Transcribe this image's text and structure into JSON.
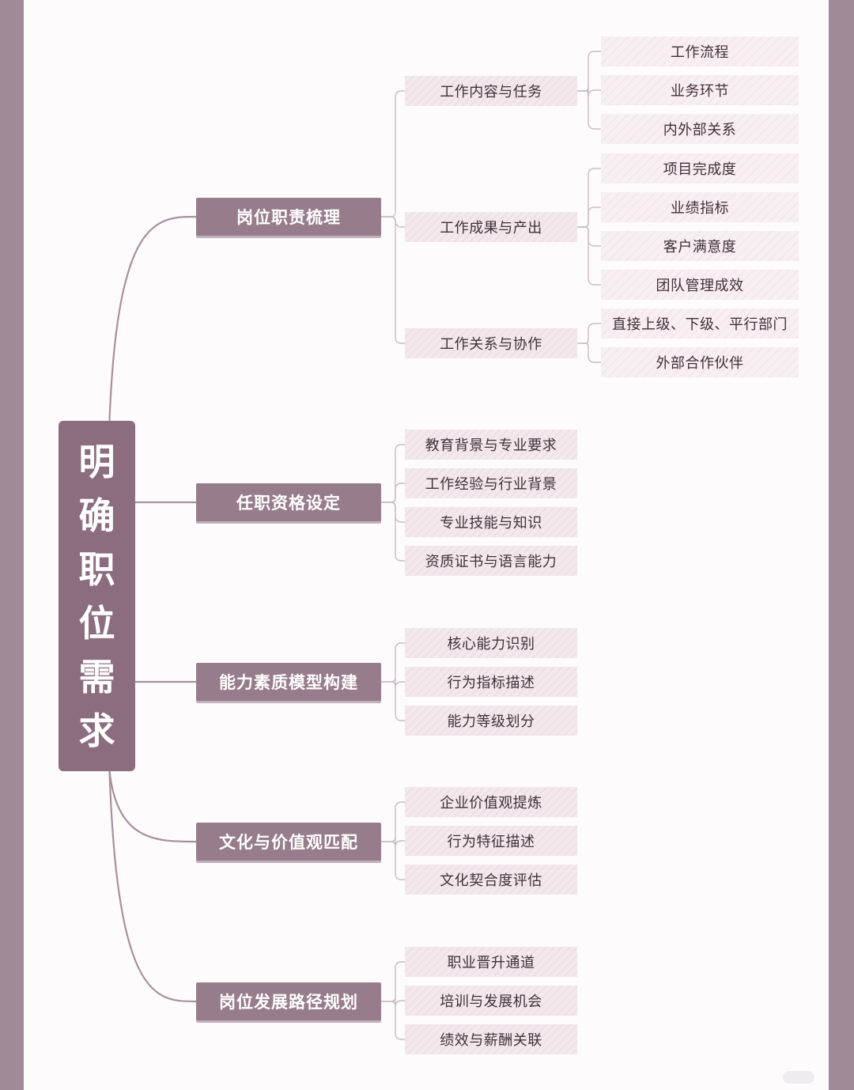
{
  "root": {
    "title": "明确职位需求"
  },
  "branches": [
    {
      "label": "岗位职责梳理",
      "children": [
        {
          "label": "工作内容与任务",
          "children": [
            "工作流程",
            "业务环节",
            "内外部关系"
          ]
        },
        {
          "label": "工作成果与产出",
          "children": [
            "项目完成度",
            "业绩指标",
            "客户满意度",
            "团队管理成效"
          ]
        },
        {
          "label": "工作关系与协作",
          "children": [
            "直接上级、下级、平行部门",
            "外部合作伙伴"
          ]
        }
      ]
    },
    {
      "label": "任职资格设定",
      "children": [
        {
          "label": "教育背景与专业要求"
        },
        {
          "label": "工作经验与行业背景"
        },
        {
          "label": "专业技能与知识"
        },
        {
          "label": "资质证书与语言能力"
        }
      ]
    },
    {
      "label": "能力素质模型构建",
      "children": [
        {
          "label": "核心能力识别"
        },
        {
          "label": "行为指标描述"
        },
        {
          "label": "能力等级划分"
        }
      ]
    },
    {
      "label": "文化与价值观匹配",
      "children": [
        {
          "label": "企业价值观提炼"
        },
        {
          "label": "行为特征描述"
        },
        {
          "label": "文化契合度评估"
        }
      ]
    },
    {
      "label": "岗位发展路径规划",
      "children": [
        {
          "label": "职业晋升通道"
        },
        {
          "label": "培训与发展机会"
        },
        {
          "label": "绩效与薪酬关联"
        }
      ]
    }
  ],
  "colors": {
    "root": "#8c6d80",
    "branch": "#977c8c",
    "leaf": "#f3e8ec",
    "link_root": "#a9909e",
    "link_leaf": "#cbbdc5"
  }
}
